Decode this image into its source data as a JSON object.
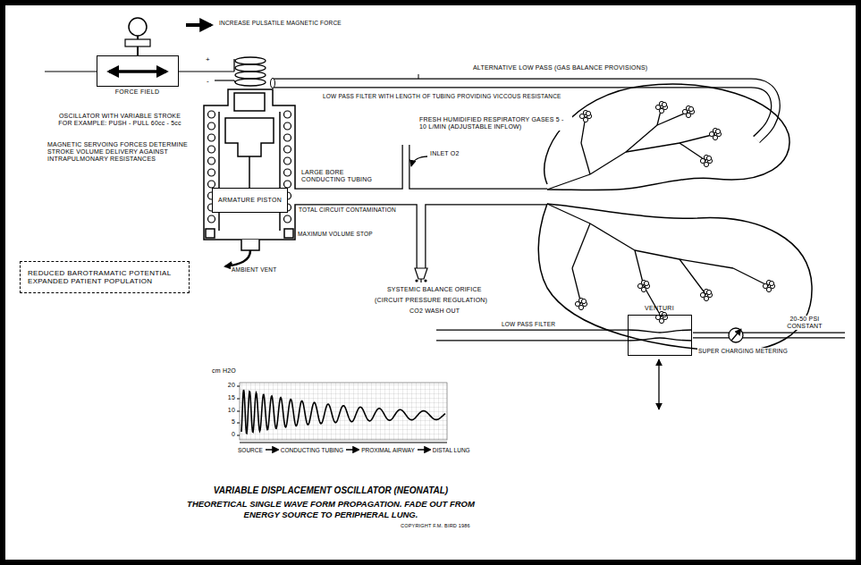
{
  "diagram": {
    "title": "VARIABLE DISPLACEMENT OSCILLATOR (NEONATAL)",
    "caption": "THEORETICAL SINGLE WAVE FORM PROPAGATION. FADE OUT FROM ENERGY SOURCE TO PERIPHERAL LUNG.",
    "nodes": [
      {
        "text": [
          "FORCE FIELD"
        ]
      },
      {
        "text": [
          "ARMATURE PISTON"
        ]
      },
      {
        "text": [
          "REDUCED BAROTRAMATIC POTENTIAL EXPANDED PATIENT POPULATION"
        ]
      },
      {
        "text": [
          "VENTURI"
        ]
      }
    ],
    "labels": [
      "INCREASE PULSATILE MAGNETIC FORCE",
      "+",
      "-",
      "OSCILLATOR WITH VARIABLE STROKE FOR EXAMPLE: PUSH - PULL 60cc - 5cc",
      "MAGNETIC SERVOING FORCES DETERMINE STROKE VOLUME DELIVERY AGAINST INTRAPULMONARY RESISTANCES",
      "LARGE BORE CONDUCTING TUBING",
      "TOTAL CIRCUIT CONTAMINATION",
      "MAXIMUM VOLUME STOP",
      "AMBIENT VENT",
      "ALTERNATIVE LOW PASS (GAS BALANCE PROVISIONS)",
      "LOW PASS FILTER WITH LENGTH OF TUBING PROVIDING VICCOUS RESISTANCE",
      "FRESH HUMIDIFIED RESPIRATORY GASES 5 - 10 L/MIN (ADJUSTABLE INFLOW)",
      "INLET O2",
      "SYSTEMIC BALANCE ORIFICE",
      "(CIRCUIT PRESSURE REGULATION)",
      "CO2 WASH OUT",
      "LOW PASS FILTER",
      "20-50 PSI CONSTANT",
      "SUPER CHARGING METERING",
      "cm H2O",
      "20",
      "15",
      "10",
      "5",
      "0",
      "SOURCE",
      "CONDUCTING TUBING",
      "PROXIMAL AIRWAY",
      "DISTAL LUNG",
      "COPYRIGHT F.M. BIRD 1986"
    ]
  }
}
